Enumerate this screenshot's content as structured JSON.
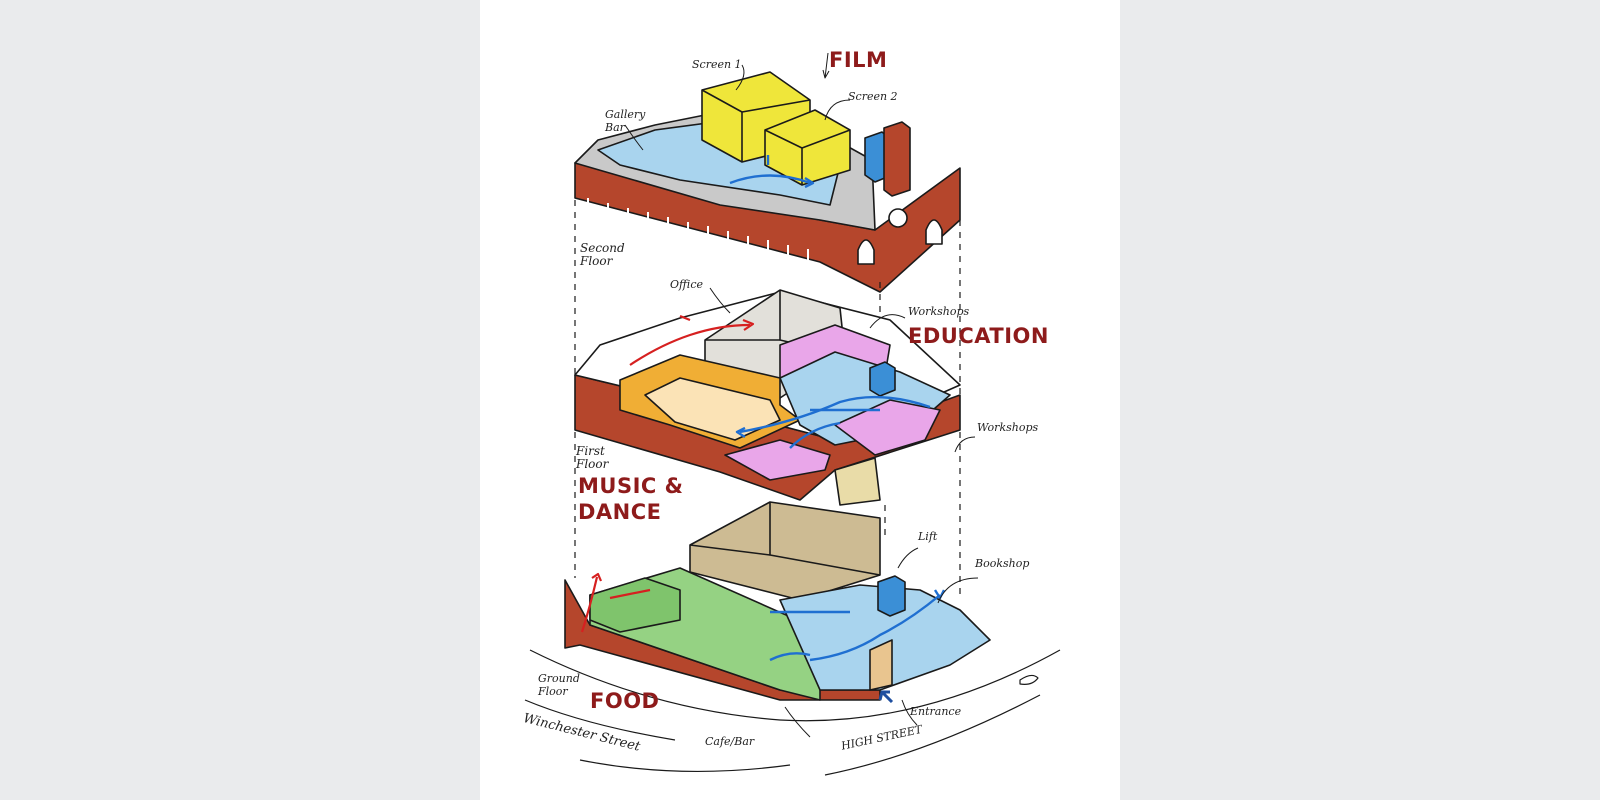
{
  "zones": {
    "film": "FILM",
    "education": "EDUCATION",
    "music_dance": "MUSIC &\nDANCE",
    "food": "FOOD"
  },
  "annotations": {
    "screen1": "Screen 1",
    "screen2": "Screen 2",
    "gallery_bar": "Gallery\nBar",
    "second_floor": "Second\nFloor",
    "office": "Office",
    "workshops_top": "Workshops",
    "workshops_side": "Workshops",
    "first_floor": "First\nFloor",
    "lift": "Lift",
    "bookshop": "Bookshop",
    "ground_floor": "Ground\nFloor",
    "winchester_street": "Winchester Street",
    "cafe_bar": "Cafe/Bar",
    "entrance": "Entrance",
    "high_street": "HIGH STREET"
  },
  "colors": {
    "zone_label": "#8e1b1b",
    "brick": "#b5462c",
    "screens": "#efe63a",
    "circulation": "#a9d4ee",
    "circulation_arrow": "#1f6fd1",
    "escape_arrow": "#d62020",
    "education": "#e9a6e9",
    "music": "#f0ae35",
    "office": "#e2e0da",
    "cafe": "#95d283",
    "auditorium": "#cdbb93",
    "roof": "#c9c9c9"
  }
}
